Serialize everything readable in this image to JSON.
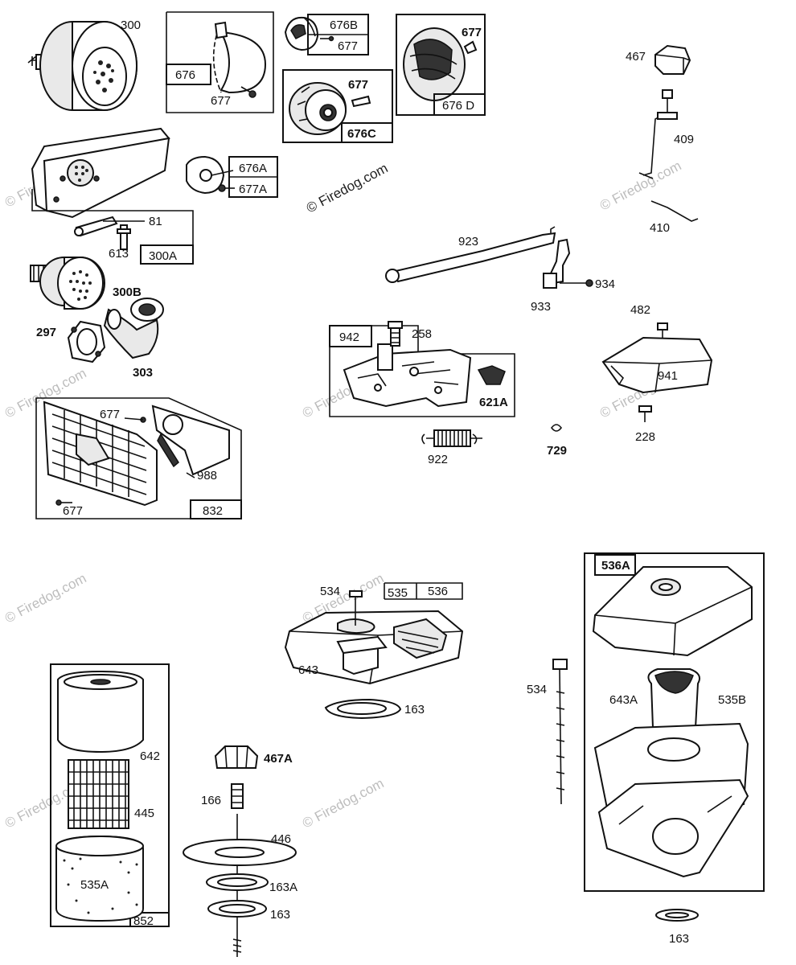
{
  "watermark": {
    "text": "© Firedog.com"
  },
  "parts": [
    {
      "id": "300",
      "label": "300"
    },
    {
      "id": "300A",
      "label": "300A"
    },
    {
      "id": "300B",
      "label": "300B"
    },
    {
      "id": "81",
      "label": "81"
    },
    {
      "id": "613",
      "label": "613"
    },
    {
      "id": "297",
      "label": "297"
    },
    {
      "id": "303",
      "label": "303"
    },
    {
      "id": "676",
      "label": "676"
    },
    {
      "id": "677a",
      "label": "677"
    },
    {
      "id": "676B",
      "label": "676B"
    },
    {
      "id": "677b",
      "label": "677"
    },
    {
      "id": "677c",
      "label": "677"
    },
    {
      "id": "676C",
      "label": "676C"
    },
    {
      "id": "677d",
      "label": "677"
    },
    {
      "id": "676D",
      "label": "676 D"
    },
    {
      "id": "676A",
      "label": "676A"
    },
    {
      "id": "677A",
      "label": "677A"
    },
    {
      "id": "467",
      "label": "467"
    },
    {
      "id": "409",
      "label": "409"
    },
    {
      "id": "410",
      "label": "410"
    },
    {
      "id": "923",
      "label": "923"
    },
    {
      "id": "933",
      "label": "933"
    },
    {
      "id": "934",
      "label": "934"
    },
    {
      "id": "942",
      "label": "942"
    },
    {
      "id": "258",
      "label": "258"
    },
    {
      "id": "621A",
      "label": "621A"
    },
    {
      "id": "922",
      "label": "922"
    },
    {
      "id": "729",
      "label": "729"
    },
    {
      "id": "482",
      "label": "482"
    },
    {
      "id": "941",
      "label": "941"
    },
    {
      "id": "228",
      "label": "228"
    },
    {
      "id": "677e",
      "label": "677"
    },
    {
      "id": "988",
      "label": "988"
    },
    {
      "id": "677f",
      "label": "677"
    },
    {
      "id": "832",
      "label": "832"
    },
    {
      "id": "534a",
      "label": "534"
    },
    {
      "id": "535",
      "label": "535"
    },
    {
      "id": "536",
      "label": "536"
    },
    {
      "id": "643",
      "label": "643"
    },
    {
      "id": "163a",
      "label": "163"
    },
    {
      "id": "536A",
      "label": "536A"
    },
    {
      "id": "534b",
      "label": "534"
    },
    {
      "id": "643A",
      "label": "643A"
    },
    {
      "id": "535B",
      "label": "535B"
    },
    {
      "id": "163b",
      "label": "163"
    },
    {
      "id": "642",
      "label": "642"
    },
    {
      "id": "445",
      "label": "445"
    },
    {
      "id": "535A",
      "label": "535A"
    },
    {
      "id": "852",
      "label": "852"
    },
    {
      "id": "467A",
      "label": "467A"
    },
    {
      "id": "166",
      "label": "166"
    },
    {
      "id": "446",
      "label": "446"
    },
    {
      "id": "163A",
      "label": "163A"
    },
    {
      "id": "163c",
      "label": "163"
    }
  ]
}
